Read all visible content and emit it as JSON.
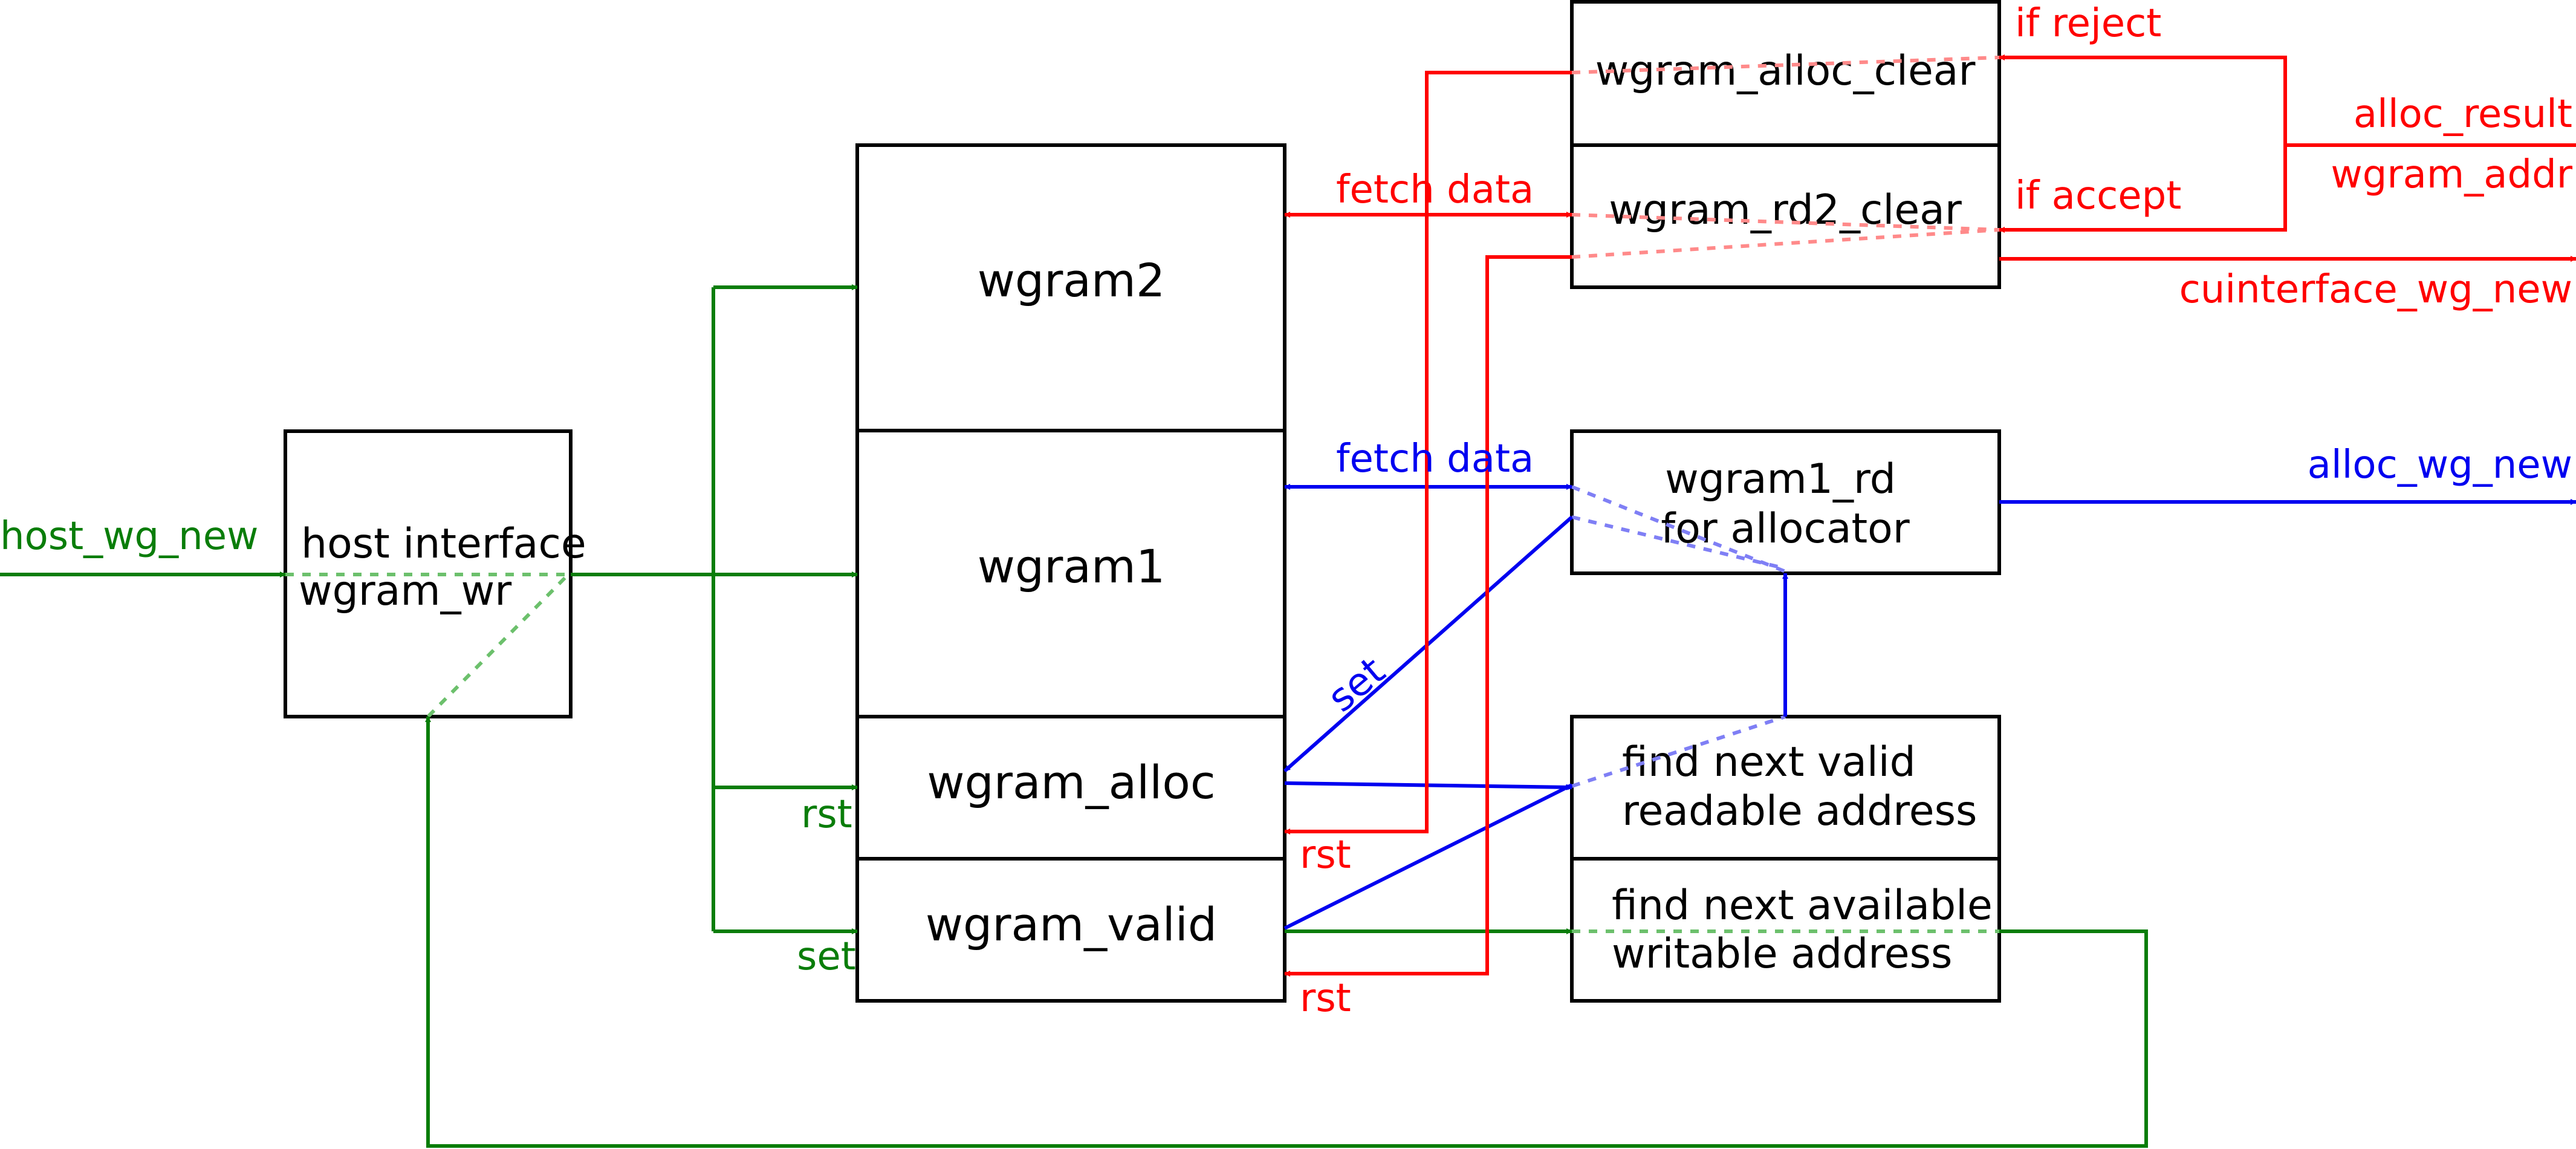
{
  "blocks": {
    "host_interface": [
      "host interface",
      "wgram_wr"
    ],
    "wgram2": "wgram2",
    "wgram1": "wgram1",
    "wgram_alloc": "wgram_alloc",
    "wgram_valid": "wgram_valid",
    "wgram_alloc_clear": "wgram_alloc_clear",
    "wgram_rd2_clear": "wgram_rd2_clear",
    "wgram1_rd": [
      "wgram1_rd",
      "for allocator"
    ],
    "find_valid": [
      "find next valid",
      "readable address"
    ],
    "find_available": [
      "find next available",
      "writable address"
    ]
  },
  "signals": {
    "host_wg_new": "host_wg_new",
    "alloc_wg_new": "alloc_wg_new",
    "alloc_result": "alloc_result",
    "wgram_addr": "wgram_addr",
    "cuinterface_wg_new": "cuinterface_wg_new",
    "if_reject": "if reject",
    "if_accept": "if accept",
    "fetch_data_red": "fetch data",
    "fetch_data_blue": "fetch data",
    "set_blue": "set",
    "rst_green": "rst",
    "set_green": "set",
    "rst_red_1": "rst",
    "rst_red_2": "rst"
  },
  "colors": {
    "host_path": "#0a7d0a",
    "allocator_path": "#0000f0",
    "cu_path": "#ff0000"
  }
}
